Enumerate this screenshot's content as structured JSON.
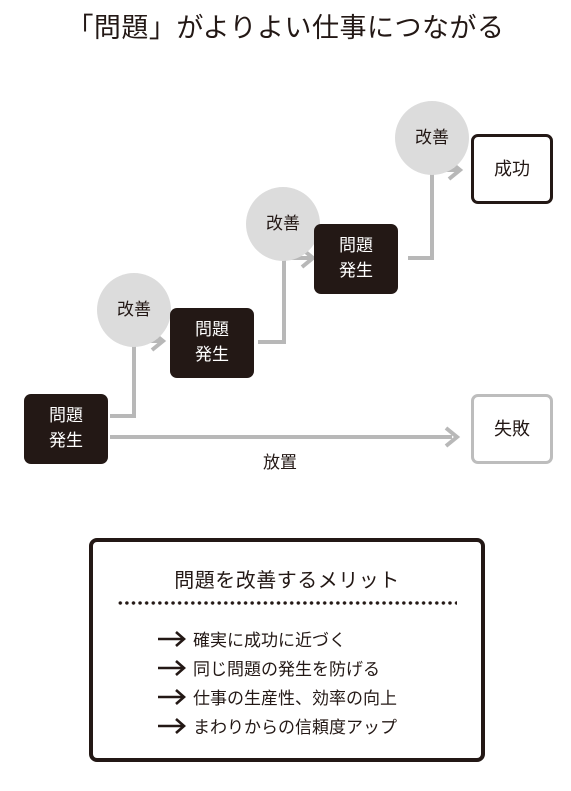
{
  "title": "「問題」がよりよい仕事につながる",
  "diagram": {
    "nodes": {
      "problem_1": {
        "line1": "問題",
        "line2": "発生"
      },
      "problem_2": {
        "line1": "問題",
        "line2": "発生"
      },
      "problem_3": {
        "line1": "問題",
        "line2": "発生"
      },
      "improve_1": "改善",
      "improve_2": "改善",
      "improve_3": "改善",
      "success": "成功",
      "failure": "失敗"
    },
    "edge_label": "放置",
    "colors": {
      "dark": "#231815",
      "arrow": "#b8b8b8",
      "circle": "#dcdcdc",
      "failure_border": "#bdbdbd"
    }
  },
  "merits": {
    "title": "問題を改善するメリット",
    "items": [
      "確実に成功に近づく",
      "同じ問題の発生を防げる",
      "仕事の生産性、効率の向上",
      "まわりからの信頼度アップ"
    ],
    "bullet_icon": "right-arrow-icon"
  }
}
